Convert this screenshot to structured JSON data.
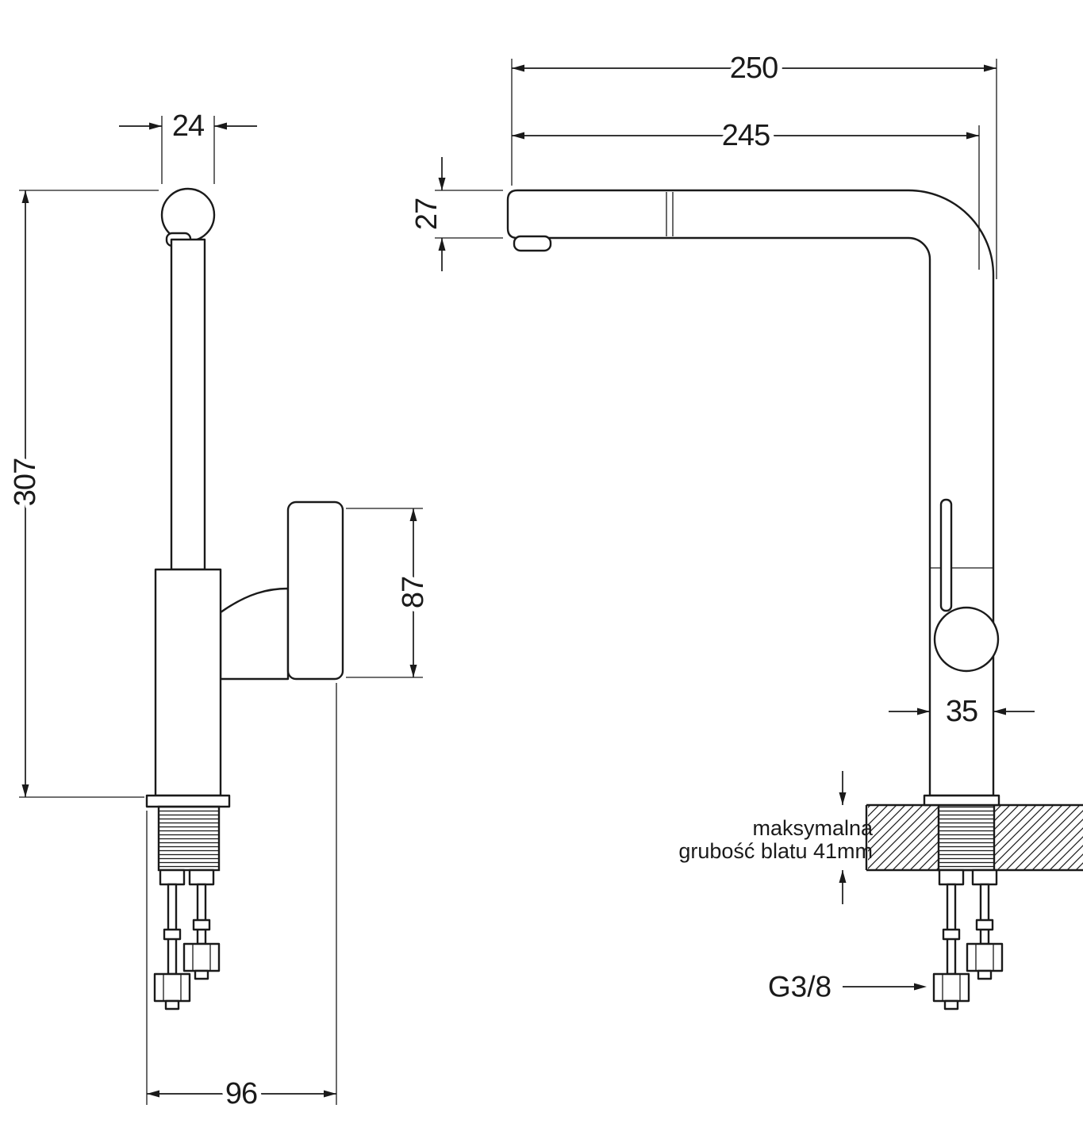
{
  "page": {
    "background": "#ffffff",
    "line_color": "#1a1a1a"
  },
  "side_view": {
    "dim_head_width": "24",
    "dim_total_height": "307",
    "dim_lever_height": "87",
    "dim_base_reach": "96"
  },
  "front_view": {
    "dim_overall_depth": "250",
    "dim_spout_reach": "245",
    "dim_spout_tip_height": "27",
    "dim_body_width": "35",
    "counter_note_line1": "maksymalna",
    "counter_note_line2": "grubość blatu 41mm",
    "connection_label": "G3/8"
  }
}
